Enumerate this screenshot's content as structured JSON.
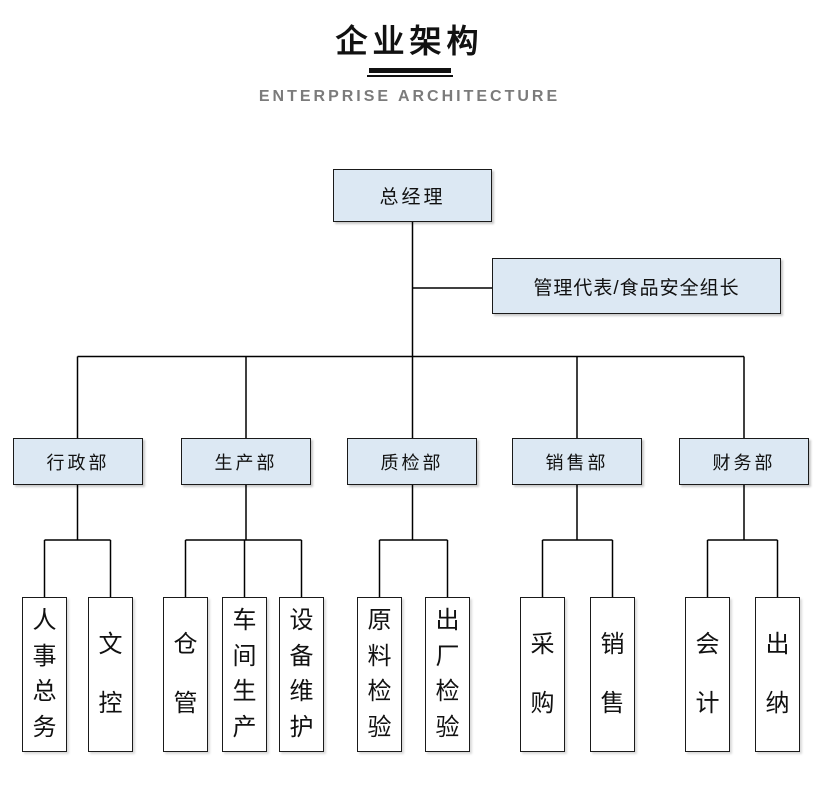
{
  "header": {
    "title": "企业架构",
    "subtitle": "ENTERPRISE ARCHITECTURE"
  },
  "colors": {
    "box_fill": "#dce8f3",
    "box_border": "#1a1a1a",
    "line": "#000000",
    "subtitle_text": "#7b7b7b",
    "background": "#ffffff"
  },
  "org": {
    "root": {
      "label": "总经理"
    },
    "staff": {
      "label": "管理代表/食品安全组长"
    },
    "departments": [
      {
        "label": "行政部",
        "children": [
          "人事总务",
          "文控"
        ]
      },
      {
        "label": "生产部",
        "children": [
          "仓管",
          "车间生产",
          "设备维护"
        ]
      },
      {
        "label": "质检部",
        "children": [
          "原料检验",
          "出厂检验"
        ]
      },
      {
        "label": "销售部",
        "children": [
          "采购",
          "销售"
        ]
      },
      {
        "label": "财务部",
        "children": [
          "会计",
          "出纳"
        ]
      }
    ]
  }
}
